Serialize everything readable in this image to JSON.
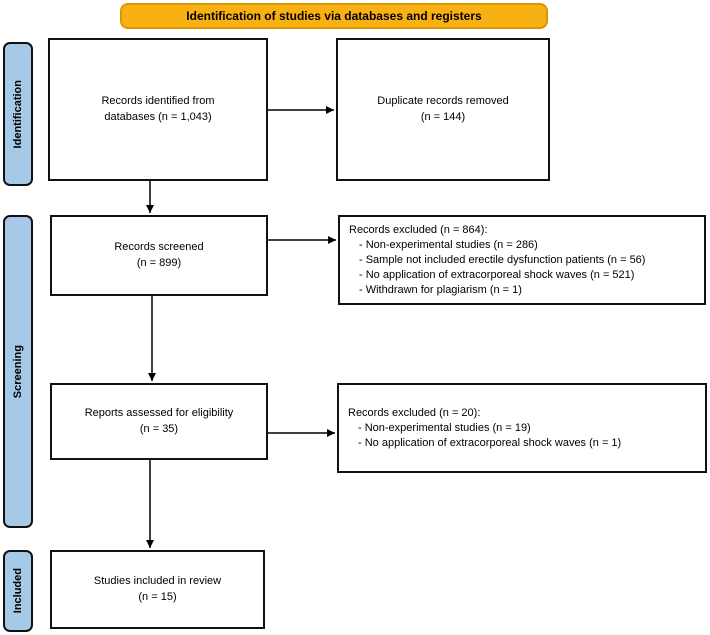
{
  "header": {
    "title": "Identification of studies via databases and registers"
  },
  "stages": [
    {
      "label": "Identification"
    },
    {
      "label": "Screening"
    },
    {
      "label": "Included"
    }
  ],
  "flow": {
    "identified": {
      "text": "Records identified from\ndatabases (n = 1,043)"
    },
    "duplicates": {
      "text": "Duplicate records removed\n(n = 144)"
    },
    "screened": {
      "text": "Records screened\n(n = 899)"
    },
    "excluded_screening": {
      "title": "Records excluded (n = 864):",
      "items": [
        "- Non-experimental studies (n = 286)",
        "- Sample not included erectile dysfunction patients (n = 56)",
        "- No application of extracorporeal shock waves (n = 521)",
        "- Withdrawn for plagiarism (n = 1)"
      ]
    },
    "assessed": {
      "text": "Reports assessed for eligibility\n(n = 35)"
    },
    "excluded_eligibility": {
      "title": "Records excluded (n = 20):",
      "items": [
        "- Non-experimental studies (n = 19)",
        "- No application of extracorporeal shock waves (n = 1)"
      ]
    },
    "included": {
      "text": "Studies included in review\n(n = 15)"
    }
  },
  "colors": {
    "banner_fill": "#F9B013",
    "banner_border": "#DB9700",
    "stage_fill": "#A7C9E8",
    "box_border": "#111111",
    "arrow": "#000000"
  }
}
